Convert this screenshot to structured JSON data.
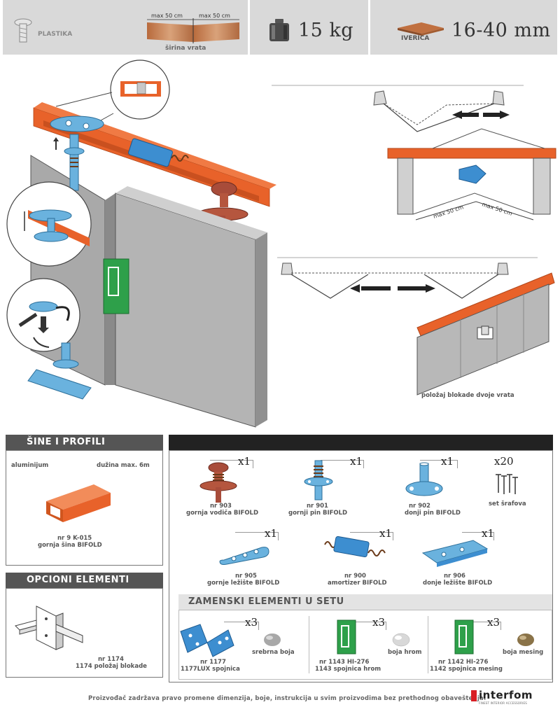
{
  "header": {
    "material_label": "PLASTIKA",
    "width_max_left": "max 50 cm",
    "width_max_right": "max 50 cm",
    "width_caption": "širina vrata",
    "weight": "15 kg",
    "thickness_material": "IVERICA",
    "thickness_range": "16-40 mm"
  },
  "diagrams": {
    "block_caption": "položaj blokade dvoje vrata",
    "dim_left": "max 50 cm",
    "dim_right": "max 50 cm"
  },
  "sine": {
    "title": "ŠINE I PROFILI",
    "material": "aluminijum",
    "length": "dužina max. 6m",
    "part_nr": "nr 9 K-015",
    "part_name": "gornja šina BIFOLD"
  },
  "opcioni": {
    "title": "OPCIONI ELEMENTI",
    "part_nr": "nr 1174",
    "part_name": "1174 položaj blokade"
  },
  "set_items": [
    {
      "qty": "x1",
      "nr": "nr 903",
      "name": "gornja vodiča BIFOLD"
    },
    {
      "qty": "x1",
      "nr": "nr 901",
      "name": "gornji pin BIFOLD"
    },
    {
      "qty": "x1",
      "nr": "nr 902",
      "name": "donji pin BIFOLD"
    },
    {
      "qty": "x20",
      "nr": "",
      "name": "set šrafova"
    },
    {
      "qty": "x1",
      "nr": "nr 905",
      "name": "gornje ležište BIFOLD"
    },
    {
      "qty": "x1",
      "nr": "nr 900",
      "name": "amortizer BIFOLD"
    },
    {
      "qty": "x1",
      "nr": "nr 906",
      "name": "donje ležište BIFOLD"
    }
  ],
  "zamenski": {
    "title": "ZAMENSKI ELEMENTI U SETU",
    "items": [
      {
        "qty": "x3",
        "nr": "nr 1177",
        "name": "1177LUX spojnica",
        "finish": "srebrna boja",
        "color": "#a8a8a8"
      },
      {
        "qty": "x3",
        "nr": "nr 1143 HI-276",
        "name": "1143 spojnica hrom",
        "finish": "boja hrom",
        "color": "#d8d8d8"
      },
      {
        "qty": "x3",
        "nr": "nr 1142 HI-276",
        "name": "1142 spojnica mesing",
        "finish": "boja mesing",
        "color": "#8a7348"
      }
    ]
  },
  "footer": {
    "note": "Proizvođač zadržava pravo promene dimenzija, boje, instrukcija u svim proizvodima bez prethodnog obaveštenja.",
    "brand": "interfom",
    "brand_sub": "FINEST INTERIOR ACCESSORIES"
  },
  "colors": {
    "rail": "#e8622a",
    "blue_part": "#5aa8d8",
    "hinge_green": "#2ea04a",
    "door_grey": "#b0b0b0",
    "bar_dark": "#555555"
  }
}
